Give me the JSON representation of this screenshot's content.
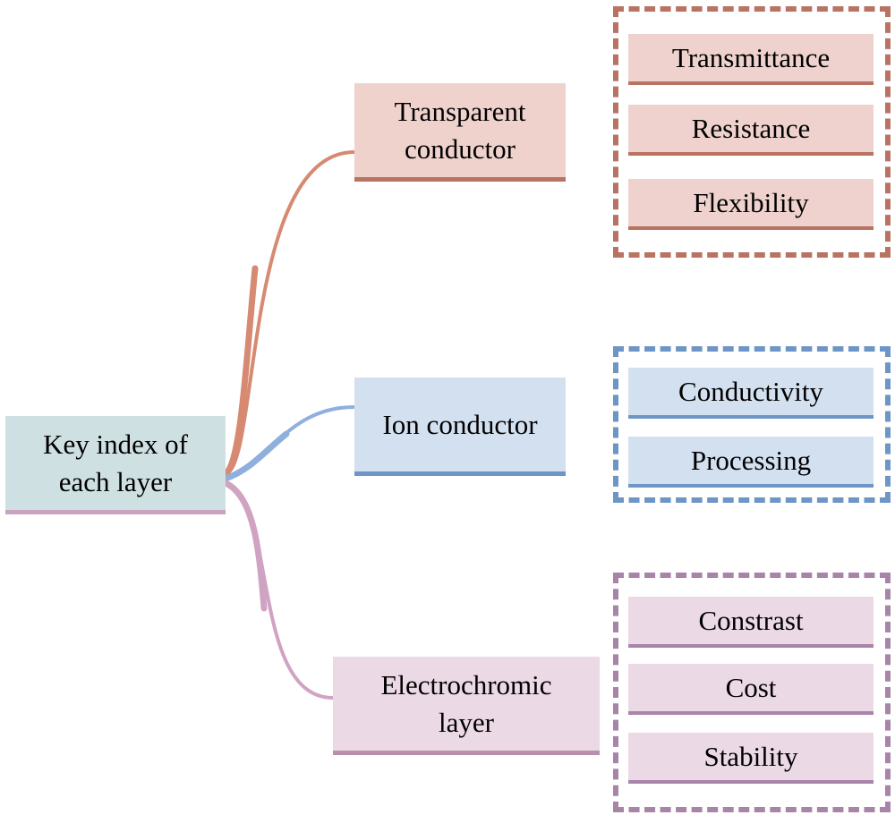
{
  "root": {
    "label": "Key index of\neach layer"
  },
  "branches": [
    {
      "label": "Transparent\nconductor",
      "attributes": [
        "Transmittance",
        "Resistance",
        "Flexibility"
      ]
    },
    {
      "label": "Ion conductor",
      "attributes": [
        "Conductivity",
        "Processing"
      ]
    },
    {
      "label": "Electrochromic\nlayer",
      "attributes": [
        "Constrast",
        "Cost",
        "Stability"
      ]
    }
  ],
  "colors": {
    "transparent_conductor": "#b97362",
    "ion_conductor": "#6f95c6",
    "electrochromic_layer": "#b890ad",
    "root_fill": "#cfe0e3"
  }
}
